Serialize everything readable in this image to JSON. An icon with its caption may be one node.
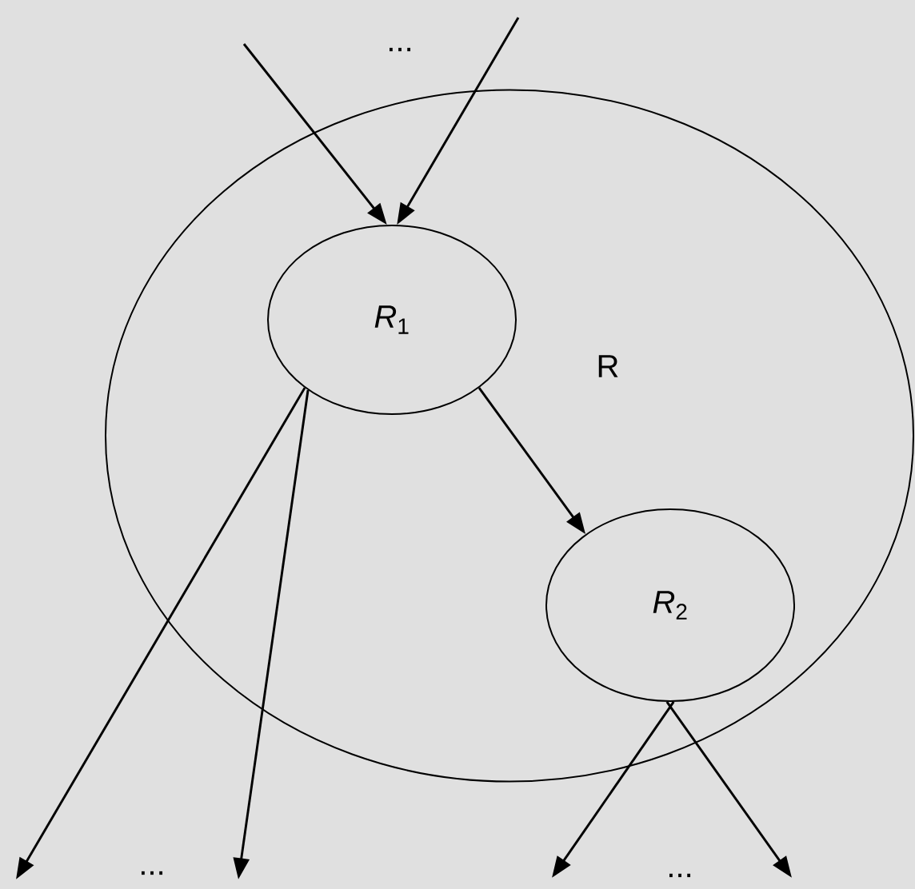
{
  "diagram": {
    "nodes": [
      {
        "text": [
          "R"
        ]
      },
      {
        "text": [
          "*R*$_{1}$"
        ],
        "in": 0
      },
      {
        "text": [
          "*R*$_{2}$"
        ],
        "in": 0
      }
    ],
    "edges": [
      {
        "from": null,
        "to": 1,
        "arrow": "to"
      },
      {
        "from": null,
        "to": 1,
        "arrow": "to"
      },
      {
        "from": 1,
        "to": 2,
        "arrow": "to"
      },
      {
        "from": 1,
        "to": null,
        "arrow": "to"
      },
      {
        "from": 1,
        "to": null,
        "arrow": "to"
      },
      {
        "from": 2,
        "to": null,
        "arrow": "to"
      },
      {
        "from": 2,
        "to": null,
        "arrow": "to"
      }
    ],
    "labels": [
      "...",
      "...",
      "..."
    ]
  }
}
